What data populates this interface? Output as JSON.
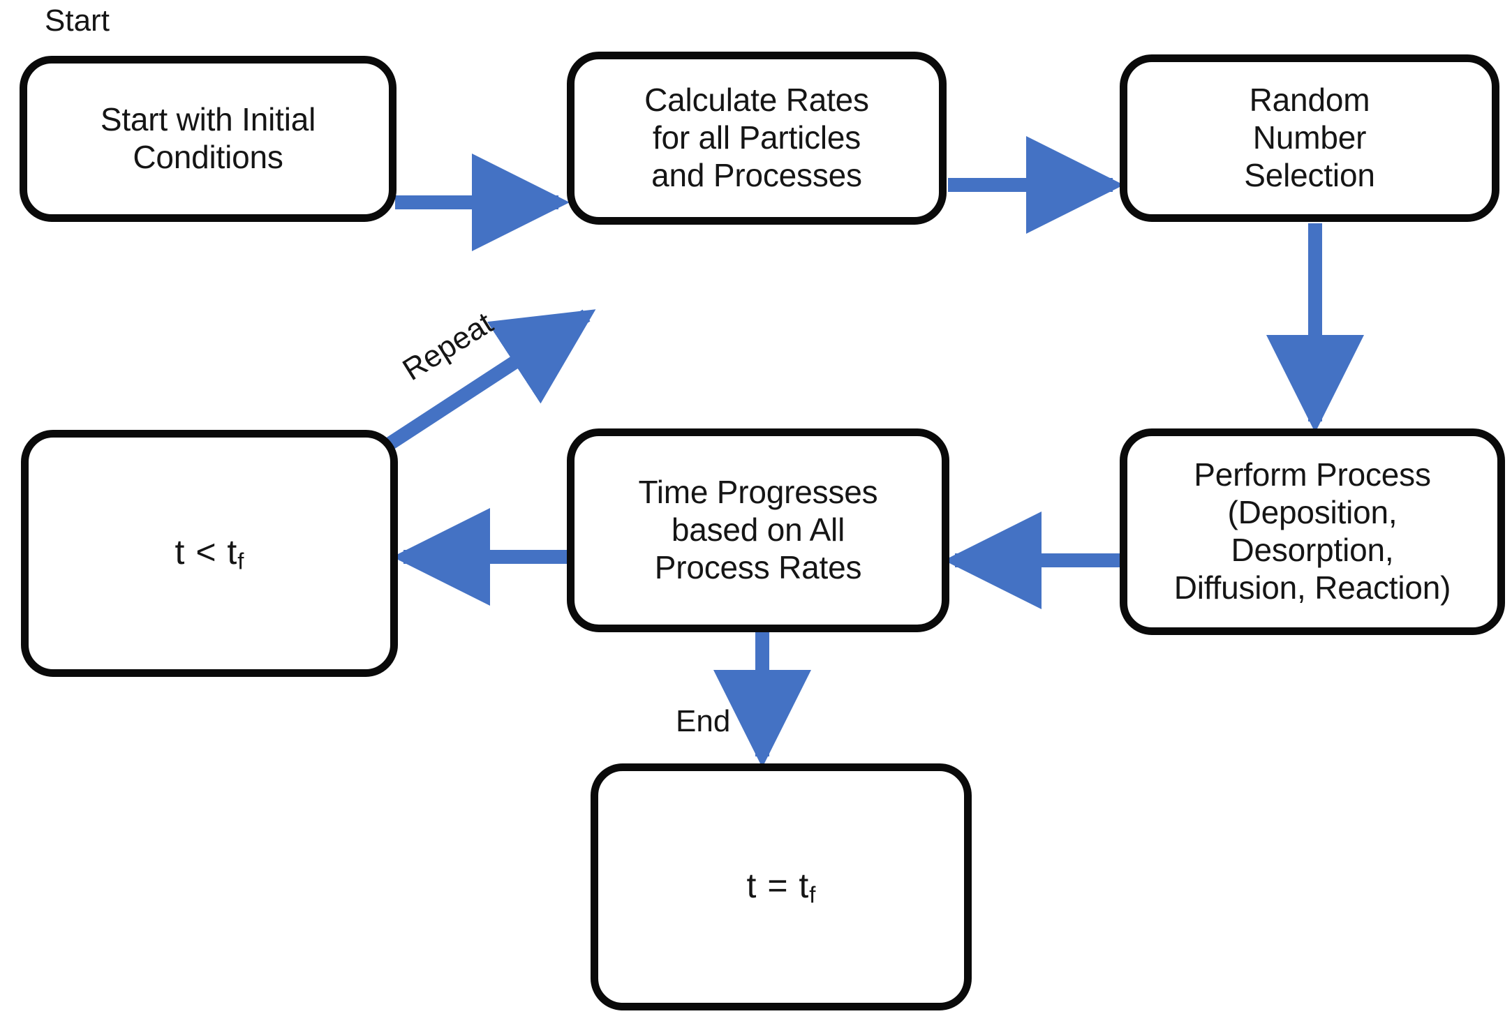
{
  "diagram": {
    "title": "Kinetic Monte Carlo simulation loop flowchart",
    "accent_color": "#4472C4",
    "outline_color": "#0A0A0A",
    "background_color": "#FFFFFF",
    "captions": {
      "start": "Start",
      "end": "End",
      "repeat": "Repeat"
    },
    "nodes": [
      {
        "id": "start",
        "label": "Start with Initial\nConditions"
      },
      {
        "id": "rates",
        "label": "Calculate Rates\nfor all Particles\nand Processes"
      },
      {
        "id": "random",
        "label": "Random\nNumber\nSelection"
      },
      {
        "id": "perform",
        "label": "Perform Process\n(Deposition,\nDesorption,\nDiffusion, Reaction)"
      },
      {
        "id": "time",
        "label": "Time Progresses\nbased on All\nProcess Rates"
      },
      {
        "id": "check",
        "label_html": "t &lt; t<sub>f</sub>",
        "label_text": "t < tf"
      },
      {
        "id": "end",
        "label_html": "t = t<sub>f</sub>",
        "label_text": "t = tf"
      }
    ],
    "edges": [
      {
        "id": "start-to-rates",
        "from": "start",
        "to": "rates",
        "direction": "right",
        "label": ""
      },
      {
        "id": "rates-to-random",
        "from": "rates",
        "to": "random",
        "direction": "right",
        "label": ""
      },
      {
        "id": "random-to-perform",
        "from": "random",
        "to": "perform",
        "direction": "down",
        "label": ""
      },
      {
        "id": "perform-to-time",
        "from": "perform",
        "to": "time",
        "direction": "left",
        "label": ""
      },
      {
        "id": "time-to-check",
        "from": "time",
        "to": "check",
        "direction": "left",
        "label": ""
      },
      {
        "id": "check-to-rates",
        "from": "check",
        "to": "rates",
        "direction": "up-right",
        "label": "Repeat"
      },
      {
        "id": "time-to-end",
        "from": "time",
        "to": "end",
        "direction": "down",
        "label": "End"
      }
    ]
  }
}
